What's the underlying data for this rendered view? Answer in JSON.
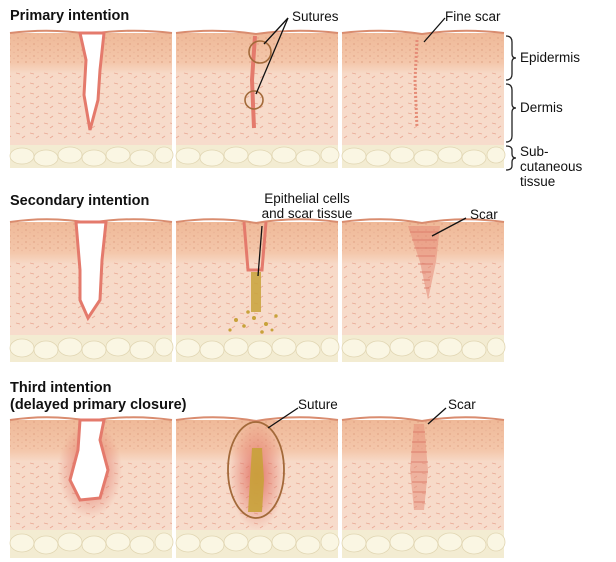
{
  "sections": [
    {
      "title": "Primary intention",
      "labels": {
        "sutures": "Sutures",
        "fine_scar": "Fine scar"
      }
    },
    {
      "title": "Secondary intention",
      "labels": {
        "epithelial": "Epithelial cells\nand scar tissue",
        "scar": "Scar"
      }
    },
    {
      "title_line1": "Third intention",
      "title_line2": "(delayed primary closure)",
      "labels": {
        "suture": "Suture",
        "scar": "Scar"
      }
    }
  ],
  "layers": {
    "epidermis": "Epidermis",
    "dermis": "Dermis",
    "subcutaneous": "Sub-\ncutaneous\ntissue"
  },
  "colors": {
    "epidermis": "#f2c1a0",
    "dermis": "#f6d8c6",
    "subcutaneous": "#f3ecd2",
    "fat_cell": "#f8f3dc",
    "wound_edge": "#e47a6c",
    "scar": "#e58b76",
    "clot": "#c8a23a",
    "suture_circle": "#a36a3a"
  }
}
